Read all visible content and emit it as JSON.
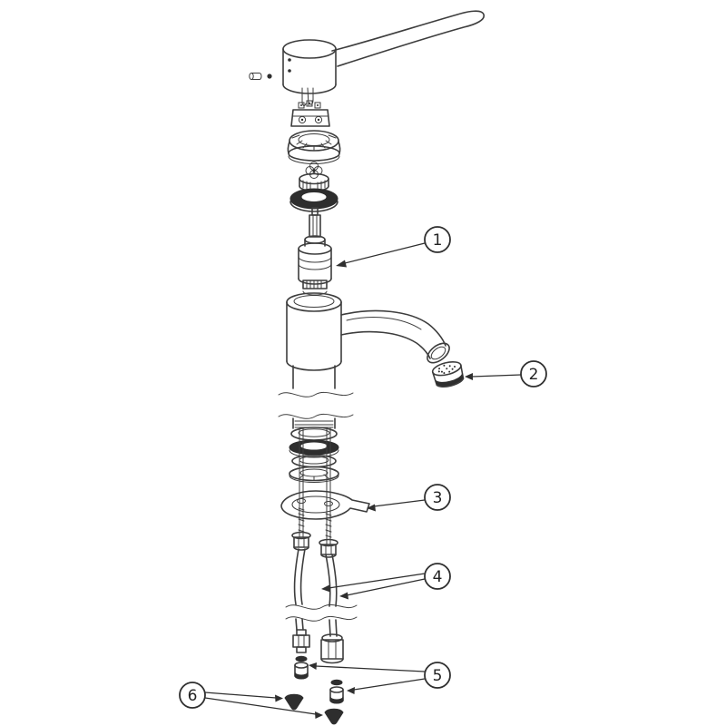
{
  "canvas": {
    "background": "#ffffff",
    "line_color": "#3d3d3d",
    "dark_fill": "#2e2e2e"
  },
  "diagram": {
    "type": "exploded-view-diagram",
    "subject": "single-lever elbow-handle mixer tap parts diagram",
    "callouts": [
      {
        "number": "1",
        "target": "mixer-cartridge"
      },
      {
        "number": "2",
        "target": "aerator"
      },
      {
        "number": "3",
        "target": "mounting-bracket"
      },
      {
        "number": "4",
        "target": "supply-hoses"
      },
      {
        "number": "5",
        "target": "hose-seal-fittings"
      },
      {
        "number": "6",
        "target": "cone-seals"
      }
    ]
  }
}
